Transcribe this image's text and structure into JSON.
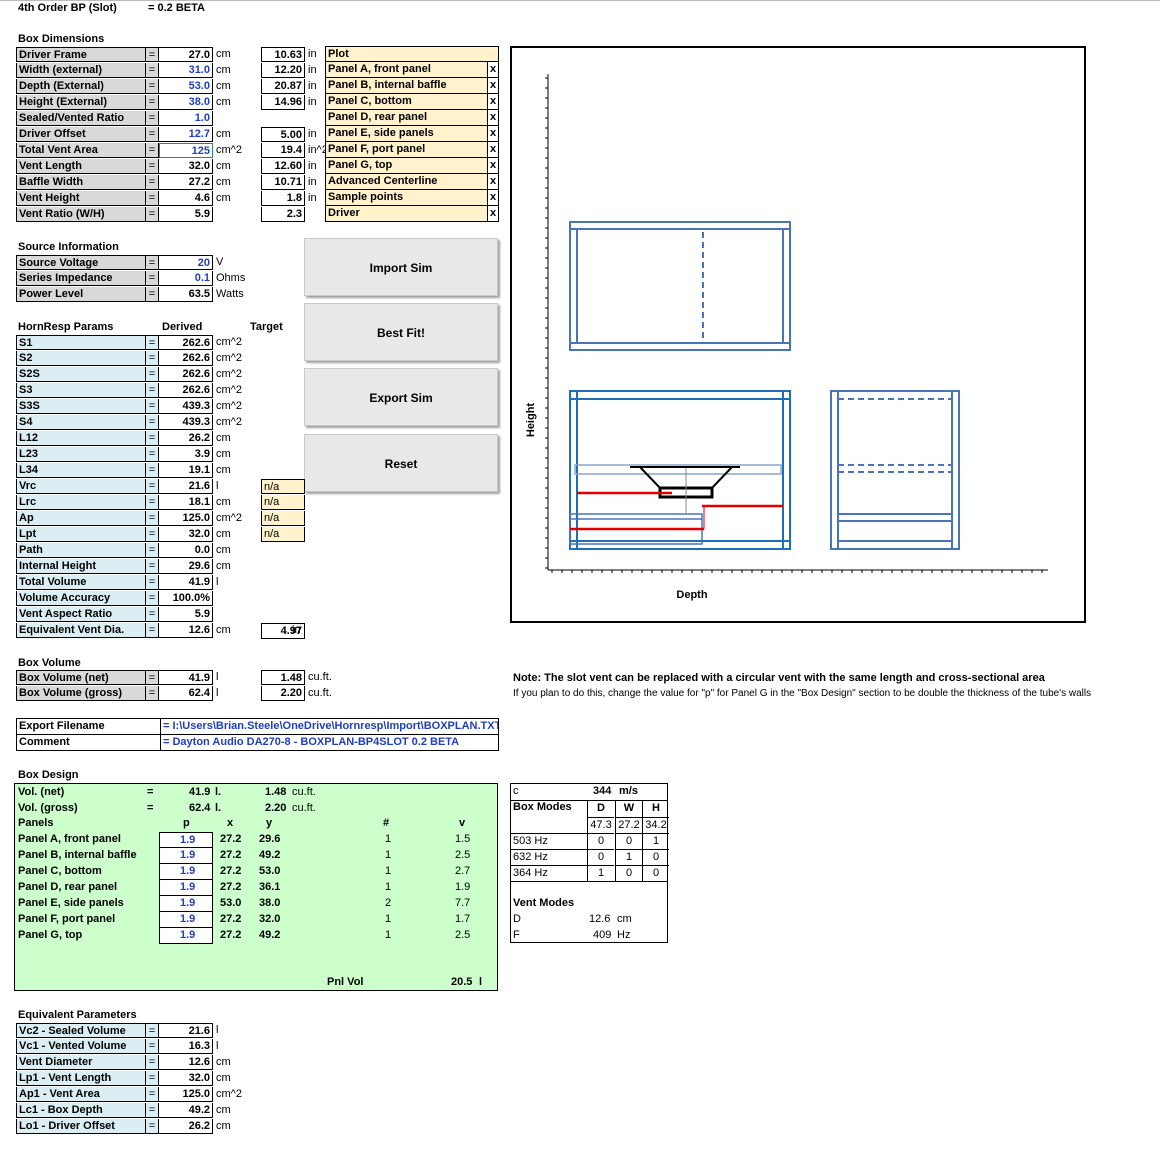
{
  "header": {
    "title": "4th Order BP (Slot)",
    "version": "= 0.2 BETA"
  },
  "box_dimensions": {
    "heading": "Box Dimensions",
    "rows": [
      {
        "label": "Driver Frame",
        "eq": "=",
        "value": "27.0",
        "unit": "cm",
        "conv": "10.63",
        "unit2": "in"
      },
      {
        "label": "Width (external)",
        "eq": "=",
        "value": "31.0",
        "unit": "cm",
        "conv": "12.20",
        "unit2": "in"
      },
      {
        "label": "Depth (External)",
        "eq": "=",
        "value": "53.0",
        "unit": "cm",
        "conv": "20.87",
        "unit2": "in"
      },
      {
        "label": "Height (External)",
        "eq": "=",
        "value": "38.0",
        "unit": "cm",
        "conv": "14.96",
        "unit2": "in"
      },
      {
        "label": "Sealed/Vented Ratio",
        "eq": "=",
        "value": "1.0",
        "unit": "",
        "conv": "",
        "unit2": ""
      },
      {
        "label": "Driver Offset",
        "eq": "=",
        "value": "12.7",
        "unit": "cm",
        "conv": "5.00",
        "unit2": "in"
      },
      {
        "label": "Total Vent Area",
        "eq": "=",
        "value": "125",
        "unit": "cm^2",
        "conv": "19.4",
        "unit2": "in^2"
      },
      {
        "label": "Vent Length",
        "eq": "=",
        "value": "32.0",
        "unit": "cm",
        "conv": "12.60",
        "unit2": "in"
      },
      {
        "label": "Baffle Width",
        "eq": "=",
        "value": "27.2",
        "unit": "cm",
        "conv": "10.71",
        "unit2": "in"
      },
      {
        "label": "Vent Height",
        "eq": "=",
        "value": "4.6",
        "unit": "cm",
        "conv": "1.8",
        "unit2": "in"
      },
      {
        "label": "Vent Ratio (W/H)",
        "eq": "=",
        "value": "5.9",
        "unit": "",
        "conv": "2.3",
        "unit2": ""
      }
    ]
  },
  "plot_options": {
    "header": "Plot",
    "items": [
      {
        "label": "Panel A, front panel",
        "mark": "x"
      },
      {
        "label": "Panel B, internal baffle",
        "mark": "x"
      },
      {
        "label": "Panel C, bottom",
        "mark": "x"
      },
      {
        "label": "Panel D, rear panel",
        "mark": "x"
      },
      {
        "label": "Panel E, side panels",
        "mark": "x"
      },
      {
        "label": "Panel F, port panel",
        "mark": "x"
      },
      {
        "label": "Panel G, top",
        "mark": "x"
      },
      {
        "label": "Advanced Centerline",
        "mark": "x"
      },
      {
        "label": "Sample points",
        "mark": "x"
      },
      {
        "label": "Driver",
        "mark": "x"
      }
    ]
  },
  "source_info": {
    "heading": "Source Information",
    "rows": [
      {
        "label": "Source Voltage",
        "eq": "=",
        "value": "20",
        "unit": "V"
      },
      {
        "label": "Series Impedance",
        "eq": "=",
        "value": "0.1",
        "unit": "Ohms"
      },
      {
        "label": "Power Level",
        "eq": "=",
        "value": "63.5",
        "unit": "Watts"
      }
    ]
  },
  "buttons": {
    "import": "Import Sim",
    "best_fit": "Best Fit!",
    "export": "Export Sim",
    "reset": "Reset"
  },
  "hornresp": {
    "heading": "HornResp Params",
    "col_derived": "Derived",
    "col_target": "Target",
    "rows": [
      {
        "label": "S1",
        "eq": "=",
        "value": "262.6",
        "unit": "cm^2",
        "target": ""
      },
      {
        "label": "S2",
        "eq": "=",
        "value": "262.6",
        "unit": "cm^2",
        "target": ""
      },
      {
        "label": "S2S",
        "eq": "=",
        "value": "262.6",
        "unit": "cm^2",
        "target": ""
      },
      {
        "label": "S3",
        "eq": "=",
        "value": "262.6",
        "unit": "cm^2",
        "target": ""
      },
      {
        "label": "S3S",
        "eq": "=",
        "value": "439.3",
        "unit": "cm^2",
        "target": ""
      },
      {
        "label": "S4",
        "eq": "=",
        "value": "439.3",
        "unit": "cm^2",
        "target": ""
      },
      {
        "label": "L12",
        "eq": "=",
        "value": "26.2",
        "unit": "cm",
        "target": ""
      },
      {
        "label": "L23",
        "eq": "=",
        "value": "3.9",
        "unit": "cm",
        "target": ""
      },
      {
        "label": "L34",
        "eq": "=",
        "value": "19.1",
        "unit": "cm",
        "target": ""
      },
      {
        "label": "Vrc",
        "eq": "=",
        "value": "21.6",
        "unit": "l",
        "target": "n/a"
      },
      {
        "label": "Lrc",
        "eq": "=",
        "value": "18.1",
        "unit": "cm",
        "target": "n/a"
      },
      {
        "label": "Ap",
        "eq": "=",
        "value": "125.0",
        "unit": "cm^2",
        "target": "n/a"
      },
      {
        "label": "Lpt",
        "eq": "=",
        "value": "32.0",
        "unit": "cm",
        "target": "n/a"
      },
      {
        "label": "Path",
        "eq": "=",
        "value": "0.0",
        "unit": "cm",
        "target": ""
      },
      {
        "label": "Internal Height",
        "eq": "=",
        "value": "29.6",
        "unit": "cm",
        "target": ""
      },
      {
        "label": "Total Volume",
        "eq": "=",
        "value": "41.9",
        "unit": "l",
        "target": ""
      },
      {
        "label": "Volume Accuracy",
        "eq": "=",
        "value": "100.0%",
        "unit": "",
        "target": ""
      },
      {
        "label": "Vent Aspect Ratio",
        "eq": "=",
        "value": "5.9",
        "unit": "",
        "target": ""
      },
      {
        "label": "Equivalent Vent Dia.",
        "eq": "=",
        "value": "12.6",
        "unit": "cm",
        "target": ""
      }
    ],
    "vent_dia_in": "4.97",
    "vent_dia_in_unit": "in"
  },
  "box_volume": {
    "heading": "Box Volume",
    "rows": [
      {
        "label": "Box Volume (net)",
        "eq": "=",
        "value": "41.9",
        "unit": "l",
        "conv": "1.48",
        "unit2": "cu.ft."
      },
      {
        "label": "Box Volume (gross)",
        "eq": "=",
        "value": "62.4",
        "unit": "l",
        "conv": "2.20",
        "unit2": "cu.ft."
      }
    ]
  },
  "export": {
    "filename_label": "Export Filename",
    "filename": "= I:\\Users\\Brian.Steele\\OneDrive\\Hornresp\\Import\\BOXPLAN.TXT",
    "comment_label": "Comment",
    "comment": "= Dayton Audio DA270-8 - BOXPLAN-BP4SLOT 0.2 BETA"
  },
  "note": {
    "line1": "Note: The slot vent can be replaced with a circular vent with the same length and cross-sectional area",
    "line2": "If you plan to do this, change the value for \"p\" for Panel G in the \"Box Design\" section to be double the thickness of the tube's walls"
  },
  "plot": {
    "xlabel": "Depth",
    "ylabel": "Height",
    "colors": {
      "panel": "#4a74b8",
      "driver": "#000000",
      "vent_line": "#e00000"
    }
  },
  "box_design": {
    "heading": "Box Design",
    "vol_net": {
      "label": "Vol. (net)",
      "eq": "=",
      "value": "41.9",
      "unit": "l.",
      "conv": "1.48",
      "unit2": "cu.ft."
    },
    "vol_gross": {
      "label": "Vol. (gross)",
      "eq": "=",
      "value": "62.4",
      "unit": "l.",
      "conv": "2.20",
      "unit2": "cu.ft."
    },
    "cols": {
      "panels": "Panels",
      "p": "p",
      "x": "x",
      "y": "y",
      "n": "#",
      "v": "v"
    },
    "panels": [
      {
        "name": "Panel A, front panel",
        "p": "1.9",
        "x": "27.2",
        "y": "29.6",
        "n": "1",
        "v": "1.5"
      },
      {
        "name": "Panel B, internal baffle",
        "p": "1.9",
        "x": "27.2",
        "y": "49.2",
        "n": "1",
        "v": "2.5"
      },
      {
        "name": "Panel C, bottom",
        "p": "1.9",
        "x": "27.2",
        "y": "53.0",
        "n": "1",
        "v": "2.7"
      },
      {
        "name": "Panel D, rear panel",
        "p": "1.9",
        "x": "27.2",
        "y": "36.1",
        "n": "1",
        "v": "1.9"
      },
      {
        "name": "Panel E, side panels",
        "p": "1.9",
        "x": "53.0",
        "y": "38.0",
        "n": "2",
        "v": "7.7"
      },
      {
        "name": "Panel F, port panel",
        "p": "1.9",
        "x": "27.2",
        "y": "32.0",
        "n": "1",
        "v": "1.7"
      },
      {
        "name": "Panel G, top",
        "p": "1.9",
        "x": "27.2",
        "y": "49.2",
        "n": "1",
        "v": "2.5"
      }
    ],
    "pnl_vol_label": "Pnl Vol",
    "pnl_vol_value": "20.5",
    "pnl_vol_unit": "l"
  },
  "modes": {
    "c_label": "c",
    "c_value": "344",
    "c_unit": "m/s",
    "box_modes_label": "Box Modes",
    "cols": [
      "D",
      "W",
      "H"
    ],
    "dims": [
      "47.3",
      "27.2",
      "34.2"
    ],
    "rows": [
      {
        "freq": "503 Hz",
        "d": "0",
        "w": "0",
        "h": "1"
      },
      {
        "freq": "632 Hz",
        "d": "0",
        "w": "1",
        "h": "0"
      },
      {
        "freq": "364 Hz",
        "d": "1",
        "w": "0",
        "h": "0"
      }
    ],
    "vent_modes_label": "Vent Modes",
    "vent_d_label": "D",
    "vent_d_value": "12.6",
    "vent_d_unit": "cm",
    "vent_f_label": "F",
    "vent_f_value": "409",
    "vent_f_unit": "Hz"
  },
  "equiv": {
    "heading": "Equivalent Parameters",
    "rows": [
      {
        "label": "Vc2 - Sealed Volume",
        "eq": "=",
        "value": "21.6",
        "unit": "l"
      },
      {
        "label": "Vc1 - Vented Volume",
        "eq": "=",
        "value": "16.3",
        "unit": "l"
      },
      {
        "label": "Vent Diameter",
        "eq": "=",
        "value": "12.6",
        "unit": "cm"
      },
      {
        "label": "Lp1 - Vent Length",
        "eq": "=",
        "value": "32.0",
        "unit": "cm"
      },
      {
        "label": "Ap1 - Vent Area",
        "eq": "=",
        "value": "125.0",
        "unit": "cm^2"
      },
      {
        "label": "Lc1 - Box Depth",
        "eq": "=",
        "value": "49.2",
        "unit": "cm"
      },
      {
        "label": "Lo1 - Driver Offset",
        "eq": "=",
        "value": "26.2",
        "unit": "cm"
      }
    ]
  }
}
